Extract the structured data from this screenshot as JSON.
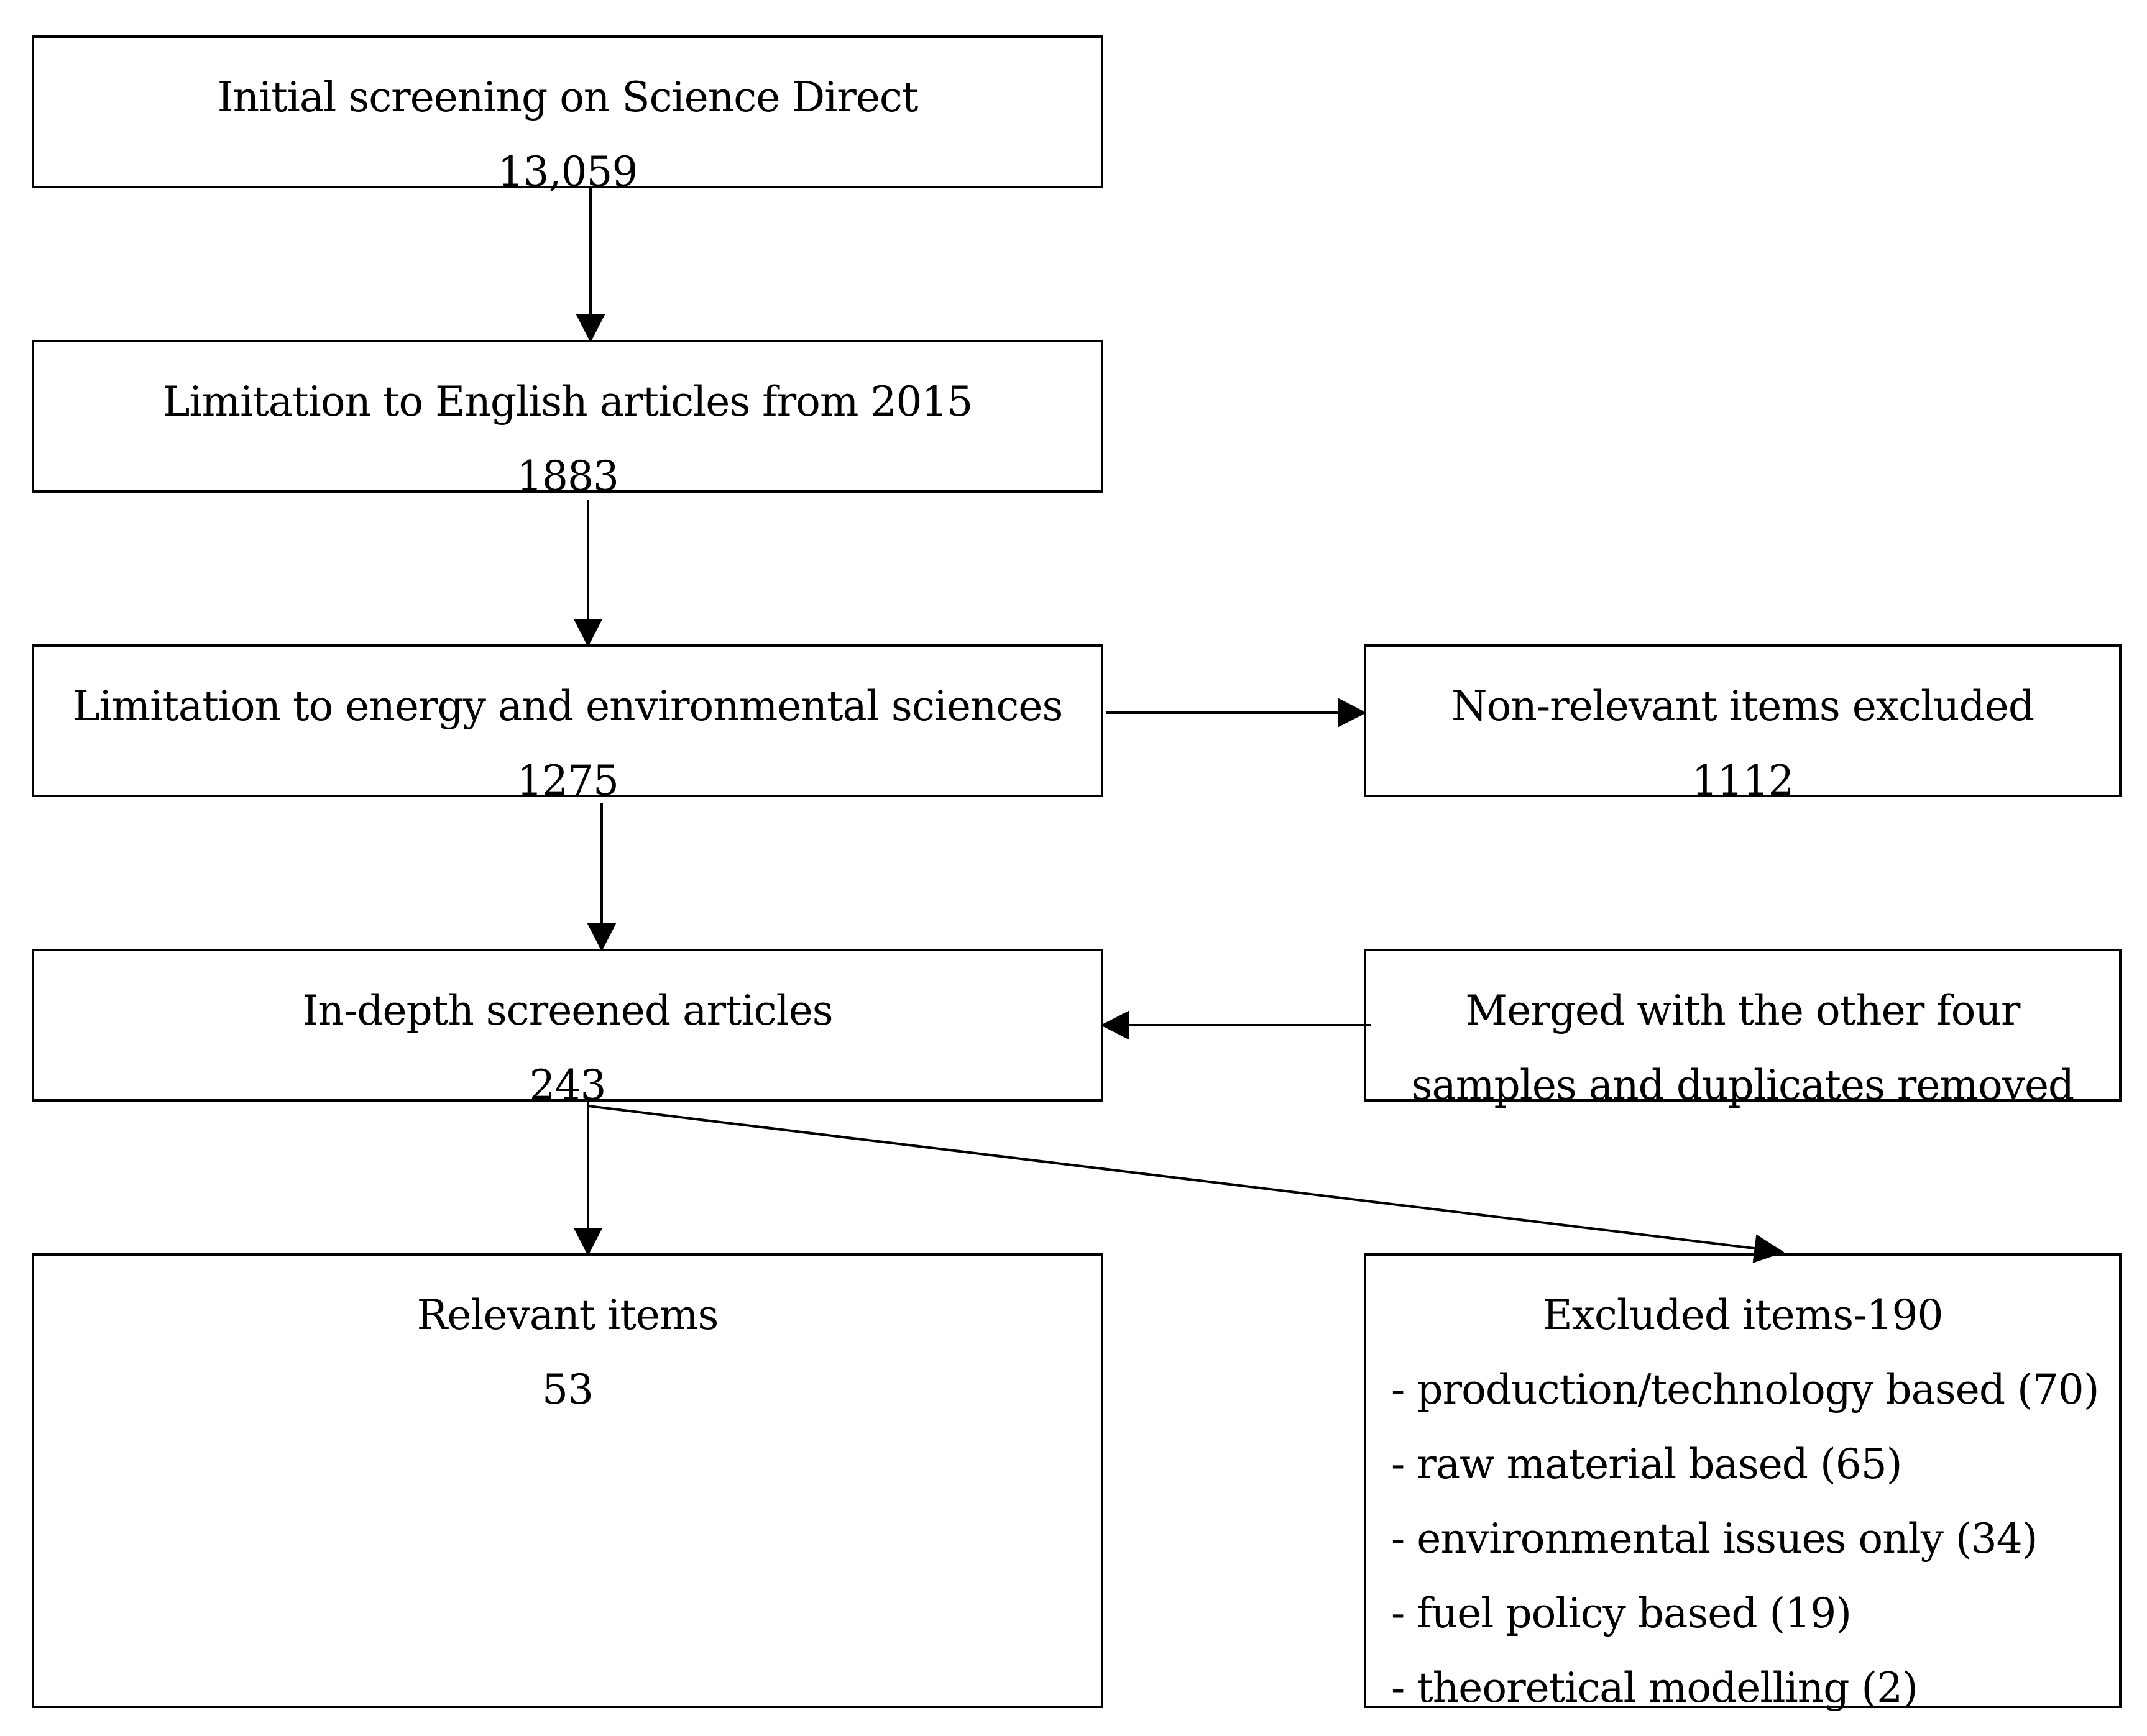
{
  "boxes": {
    "initial": {
      "title": "Initial screening on Science Direct",
      "value": "13,059"
    },
    "english": {
      "title": "Limitation to English articles from 2015",
      "value": "1883"
    },
    "energy": {
      "title": "Limitation to energy and environmental sciences",
      "value": "1275"
    },
    "indepth": {
      "title": "In-depth screened articles",
      "value": "243"
    },
    "relevant": {
      "title": "Relevant items",
      "value": "53"
    },
    "nonrelevant": {
      "title": "Non-relevant items excluded",
      "value": "1112"
    },
    "merged": {
      "line1": "Merged with the other four",
      "line2": "samples and duplicates removed"
    },
    "excluded": {
      "title": "Excluded items-190",
      "items": [
        "- production/technology based (70)",
        "- raw material based (65)",
        "- environmental issues only (34)",
        "- fuel policy based (19)",
        "- theoretical modelling (2)"
      ]
    }
  },
  "colors": {
    "stroke": "#000000",
    "background": "#ffffff"
  }
}
